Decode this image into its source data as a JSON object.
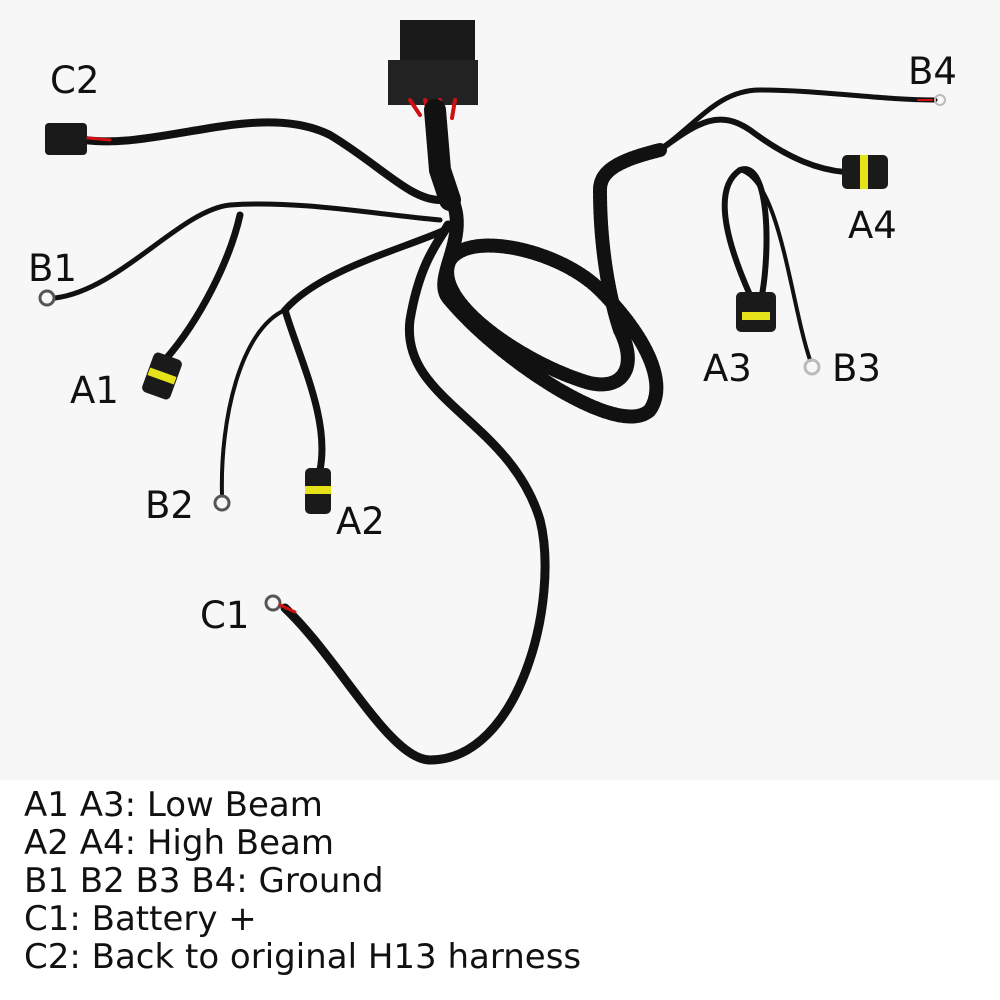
{
  "labels": {
    "c2": "C2",
    "b1": "B1",
    "a1": "A1",
    "b2": "B2",
    "a2": "A2",
    "c1": "C1",
    "b4": "B4",
    "a4": "A4",
    "a3": "A3",
    "b3": "B3"
  },
  "legend": [
    "A1 A3: Low Beam",
    "A2 A4: High Beam",
    "B1 B2 B3 B4: Ground",
    "C1: Battery +",
    "C2: Back to original H13 harness"
  ],
  "colors": {
    "wire": "#111111",
    "accent_red": "#d01010",
    "seal_yellow": "#e6e21a"
  }
}
